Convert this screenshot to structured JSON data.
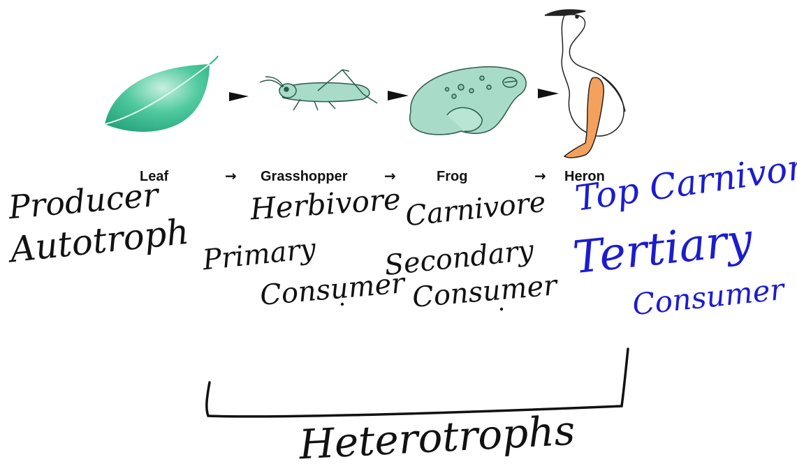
{
  "chain": {
    "labels": [
      "Leaf",
      "Grasshopper",
      "Frog",
      "Heron"
    ],
    "arrow_glyph": "→"
  },
  "notes": {
    "producer": "Producer",
    "autotroph": "Autotroph",
    "herbivore": "Herbivore",
    "primary": "Primary",
    "consumer1": "Consumer",
    "carnivore": "Carnivore",
    "secondary": "Secondary",
    "consumer2": "Consumer",
    "top_carnivore": "Top Carnivore",
    "tertiary": "Tertiary",
    "consumer3": "Consumer",
    "heterotrophs": "Heterotrophs"
  },
  "colors": {
    "leaf": "#2fb58a",
    "animal_fill": "#a8dcc8",
    "heron_leg": "#f4a15e",
    "ink": "#111111",
    "blue_ink": "#1c1ccf"
  },
  "icons": [
    "leaf-icon",
    "grasshopper-icon",
    "frog-icon",
    "heron-icon",
    "arrowhead-icon"
  ]
}
